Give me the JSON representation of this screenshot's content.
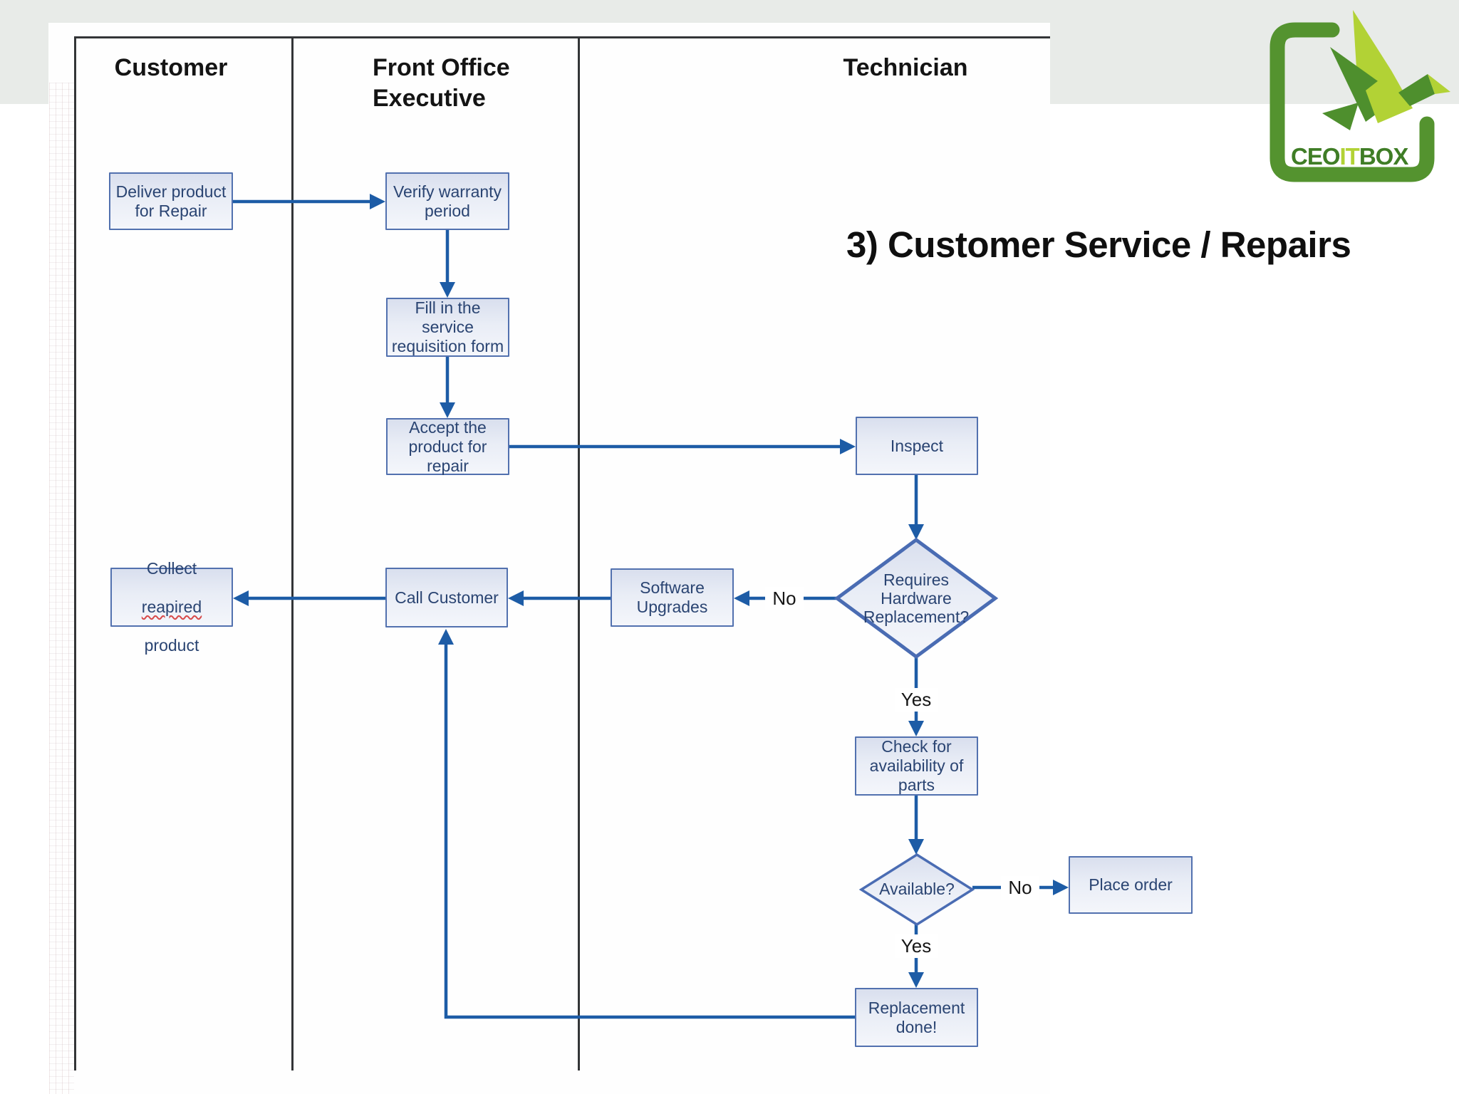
{
  "header": {
    "title": "3) Customer Service / Repairs"
  },
  "logo": {
    "name": "CEOITBOX",
    "ceo": "CEO",
    "it": "IT",
    "box": "BOX",
    "dark_green": "#4e8f2d",
    "lime_green": "#b2d235"
  },
  "lanes": {
    "customer": {
      "label": "Customer"
    },
    "front_office_executive": {
      "label": "Front Office\nExecutive"
    },
    "technician": {
      "label": "Technician"
    }
  },
  "flowchart": {
    "nodes": {
      "deliver": {
        "label": "Deliver product\nfor Repair"
      },
      "verify": {
        "label": "Verify warranty\nperiod"
      },
      "fill_form": {
        "label": "Fill in the\nservice\nrequisition form"
      },
      "accept": {
        "label": "Accept the\nproduct for\nrepair"
      },
      "inspect": {
        "label": "Inspect"
      },
      "collect": {
        "line1": "Collect",
        "misspelled_word": "reapired",
        "line3": "product"
      },
      "call_customer": {
        "label": "Call Customer"
      },
      "software_upgrades": {
        "label": "Software\nUpgrades"
      },
      "requires_hardware": {
        "label": "Requires\nHardware\nReplacement?"
      },
      "check_parts": {
        "label": "Check for\navailability of\nparts"
      },
      "available": {
        "label": "Available?"
      },
      "place_order": {
        "label": "Place order"
      },
      "replacement_done": {
        "label": "Replacement\ndone!"
      }
    },
    "edge_labels": {
      "requires_no": "No",
      "requires_yes": "Yes",
      "available_no": "No",
      "available_yes": "Yes"
    },
    "colors": {
      "arrow_blue": "#1d5ca6",
      "box_border": "#5271af",
      "box_fill_top": "#d9dfee",
      "box_fill_bottom": "#f4f6fb",
      "box_text": "#2a4472",
      "diamond_border": "#4a6cb3",
      "lane_line": "#333537",
      "band_gray": "#e8ebe8",
      "spellcheck_red": "#d84a4a"
    }
  }
}
